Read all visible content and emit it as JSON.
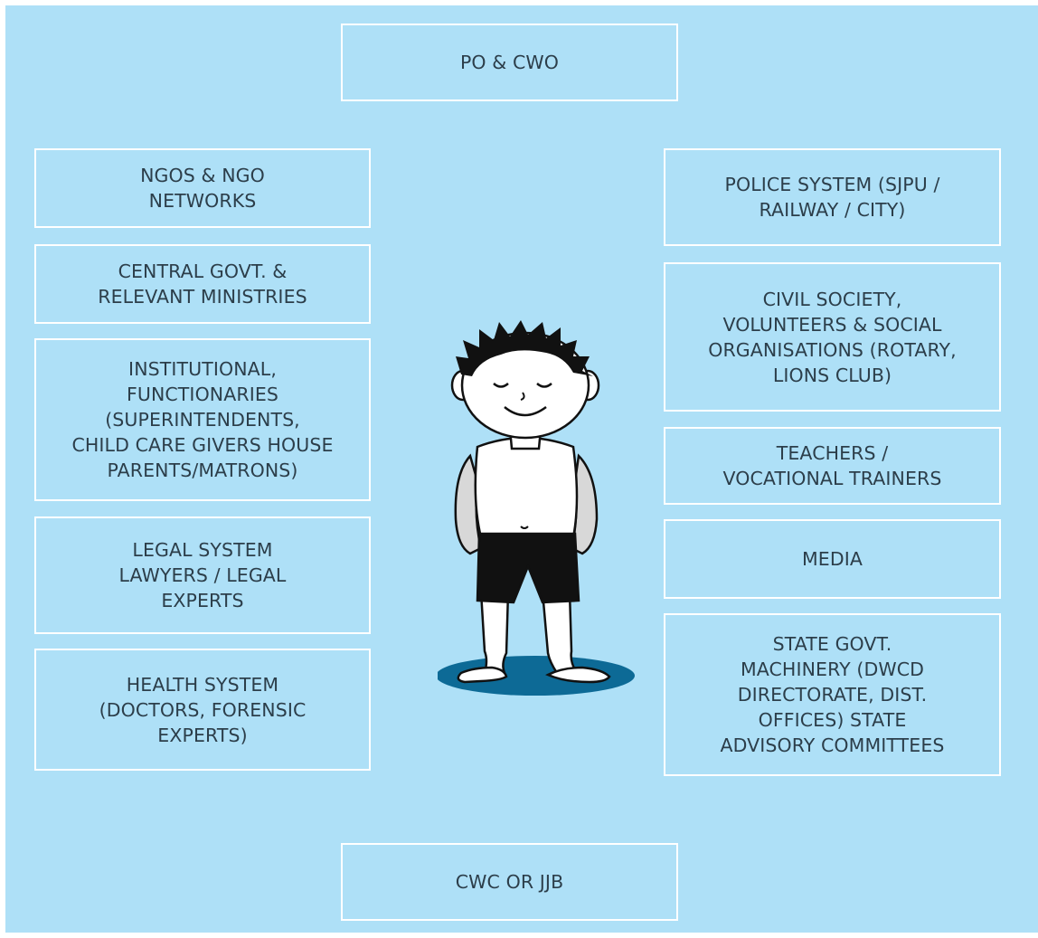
{
  "colors": {
    "background": "#aee0f7",
    "box_border": "#ffffff",
    "text": "#2c3e4a",
    "shadow": "#0d6a96"
  },
  "icons": {
    "center_figure": "smiling-child-illustration"
  },
  "top": {
    "label": "PO & CWO"
  },
  "bottom": {
    "label": "CWC OR JJB"
  },
  "left": [
    {
      "lines": [
        "NGOS & NGO",
        "NETWORKS"
      ]
    },
    {
      "lines": [
        "CENTRAL GOVT. &",
        "RELEVANT MINISTRIES"
      ]
    },
    {
      "lines": [
        "INSTITUTIONAL,",
        "FUNCTIONARIES",
        "(SUPERINTENDENTS,",
        "CHILD CARE GIVERS HOUSE",
        "PARENTS/MATRONS)"
      ]
    },
    {
      "lines": [
        "LEGAL SYSTEM",
        "LAWYERS / LEGAL",
        "EXPERTS"
      ]
    },
    {
      "lines": [
        "HEALTH SYSTEM",
        "(DOCTORS, FORENSIC",
        "EXPERTS)"
      ]
    }
  ],
  "right": [
    {
      "lines": [
        "POLICE SYSTEM (SJPU /",
        "RAILWAY / CITY)"
      ]
    },
    {
      "lines": [
        "CIVIL SOCIETY,",
        "VOLUNTEERS & SOCIAL",
        "ORGANISATIONS (ROTARY,",
        "LIONS CLUB)"
      ]
    },
    {
      "lines": [
        "TEACHERS /",
        "VOCATIONAL TRAINERS"
      ]
    },
    {
      "lines": [
        "MEDIA"
      ]
    },
    {
      "lines": [
        "STATE GOVT.",
        "MACHINERY (DWCD",
        "DIRECTORATE, DIST.",
        "OFFICES) STATE",
        "ADVISORY COMMITTEES"
      ]
    }
  ]
}
